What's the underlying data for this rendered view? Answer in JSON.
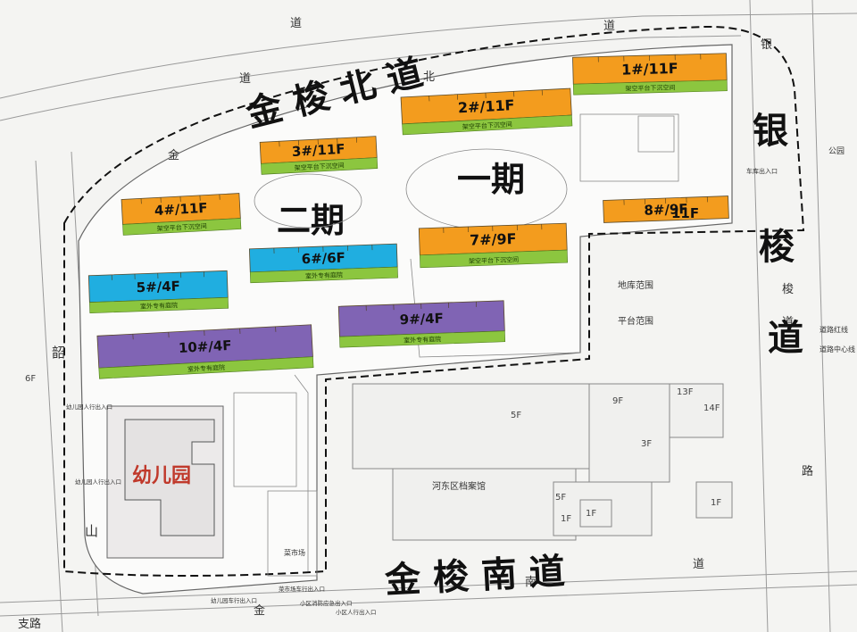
{
  "colors": {
    "orange": "#f39c1e",
    "green": "#8cc63f",
    "blue": "#20aee0",
    "purple": "#8064b4",
    "boundary": "#222222",
    "kindergarten_text": "#c0392b"
  },
  "roads": {
    "north": "金 梭 北 道",
    "east": "银梭道",
    "south": "金 梭 南 道",
    "west_chars": [
      "韶",
      "山"
    ],
    "small_top": [
      "道",
      "北",
      "道",
      "道",
      "金"
    ],
    "small_east": [
      "银",
      "梭",
      "道"
    ],
    "small_south": [
      "道",
      "南",
      "金",
      "支路"
    ],
    "small_right": "路"
  },
  "phases": {
    "phase1": "一期",
    "phase2": "二期"
  },
  "buildings": [
    {
      "label": "1#/11F",
      "color": "orange",
      "strip": "架空平台下沉空间"
    },
    {
      "label": "2#/11F",
      "color": "orange",
      "strip": "架空平台下沉空间"
    },
    {
      "label": "3#/11F",
      "color": "orange",
      "strip": "架空平台下沉空间"
    },
    {
      "label": "4#/11F",
      "color": "orange",
      "strip": "架空平台下沉空间"
    },
    {
      "label": "5#/4F",
      "color": "blue",
      "strip": "室外专有庭院"
    },
    {
      "label": "6#/6F",
      "color": "blue",
      "strip": "室外专有庭院"
    },
    {
      "label": "7#/9F",
      "color": "orange",
      "strip": "架空平台下沉空间"
    },
    {
      "label": "8#/9F",
      "color": "orange",
      "strip": ""
    },
    {
      "label": "9#/4F",
      "color": "purple",
      "strip": "室外专有庭院"
    },
    {
      "label": "10#/4F",
      "color": "purple",
      "strip": "室外专有庭院"
    }
  ],
  "extra_label_11f": "11F",
  "kindergarten": "幼儿园",
  "archive": "河东区档案馆",
  "annotations": {
    "garage_range": "地库范围",
    "platform_range": "平台范围",
    "road_red_line": "道路红线",
    "road_center_line": "道路中心线",
    "park": "公园",
    "garage_entrance": "车库出入口",
    "kindergarten_entrance": "幼儿园人行出入口",
    "kindergarten_vehicle": "幼儿园车行出入口",
    "residential_entrance": "小区人行出入口",
    "market": "菜市场",
    "market_entrance": "菜市场车行出入口",
    "fire_entrance": "小区消防应急出入口"
  },
  "floors": [
    "5F",
    "9F",
    "13F",
    "14F",
    "3F",
    "5F",
    "1F",
    "1F",
    "1F",
    "6F"
  ]
}
